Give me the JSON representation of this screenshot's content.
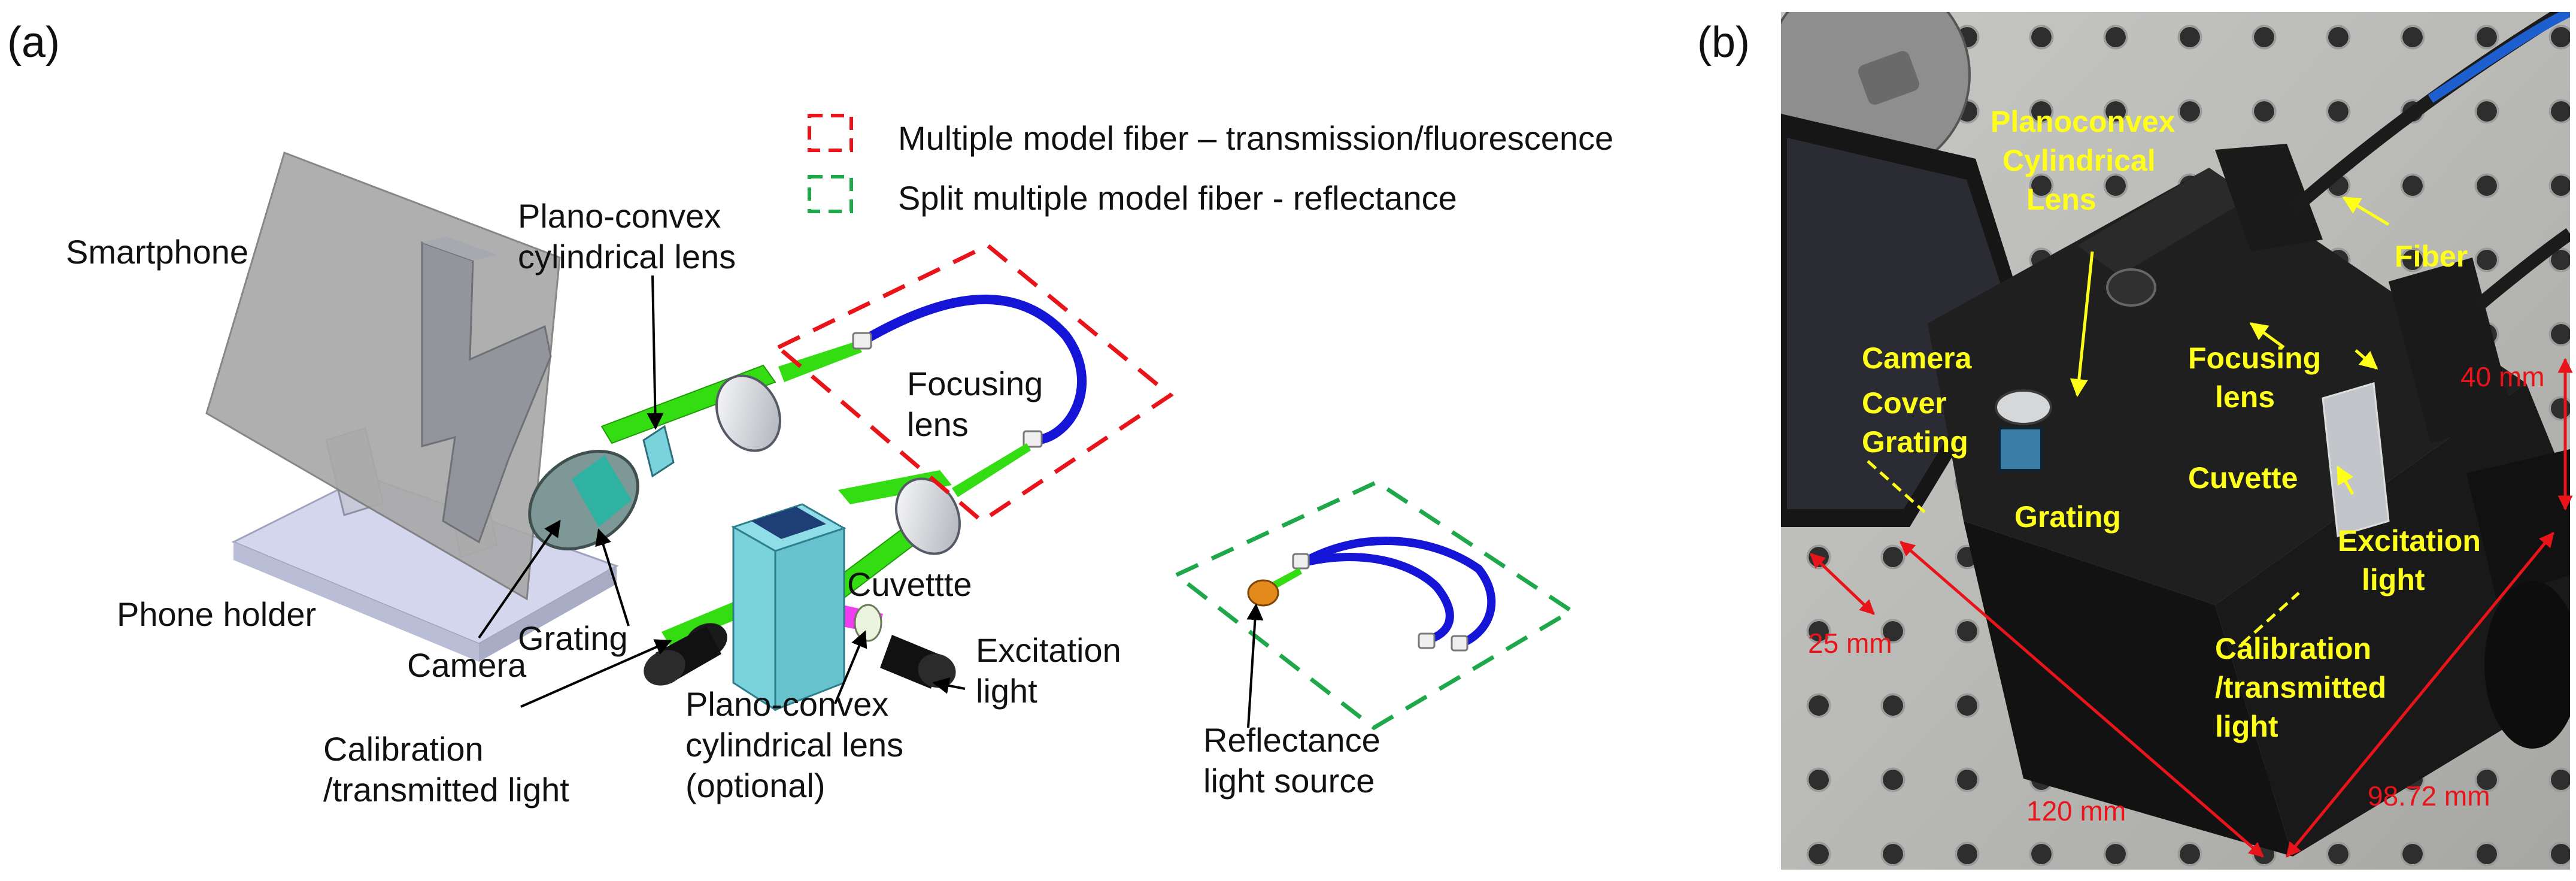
{
  "panel_a": {
    "tag": "(a)",
    "legend": {
      "red_label": "Multiple model fiber – transmission/fluorescence",
      "green_label": "Split multiple model fiber - reflectance"
    },
    "labels": {
      "smartphone": "Smartphone",
      "planoconvex_top_1": "Plano-convex",
      "planoconvex_top_2": "cylindrical lens",
      "focusing_1": "Focusing",
      "focusing_2": "lens",
      "phone_holder": "Phone holder",
      "grating": "Grating",
      "camera": "Camera",
      "cuvette": "Cuvettte",
      "excitation_1": "Excitation",
      "excitation_2": "light",
      "calibration_1": "Calibration",
      "calibration_2": "/transmitted light",
      "planoconvex_bot_1": "Plano-convex",
      "planoconvex_bot_2": "cylindrical lens",
      "planoconvex_bot_3": "(optional)",
      "reflectance_1": "Reflectance",
      "reflectance_2": "light source"
    }
  },
  "panel_b": {
    "tag": "(b)",
    "labels": {
      "planoconvex_1": "Planoconvex",
      "planoconvex_2": "Cylindrical",
      "planoconvex_3": "Lens",
      "fiber": "Fiber",
      "camera": "Camera",
      "cover_1": "Cover",
      "cover_2": "Grating",
      "focusing_1": "Focusing",
      "focusing_2": "lens",
      "grating": "Grating",
      "cuvette": "Cuvette",
      "excitation_1": "Excitation",
      "excitation_2": "light",
      "calibration_1": "Calibration",
      "calibration_2": "/transmitted",
      "calibration_3": "light"
    },
    "dimensions": {
      "d40": "40 mm",
      "d25": "25 mm",
      "d120": "120 mm",
      "d98": "98.72 mm"
    }
  },
  "colors": {
    "legend_red": "#e8141a",
    "legend_green": "#1fa84a",
    "beam_green": "#33dd11",
    "fiber_blue": "#1515d8",
    "cuvette_cyan": "#79d2dc",
    "photo_label_yellow": "#ffff1a",
    "dimension_red": "#e8141a"
  }
}
